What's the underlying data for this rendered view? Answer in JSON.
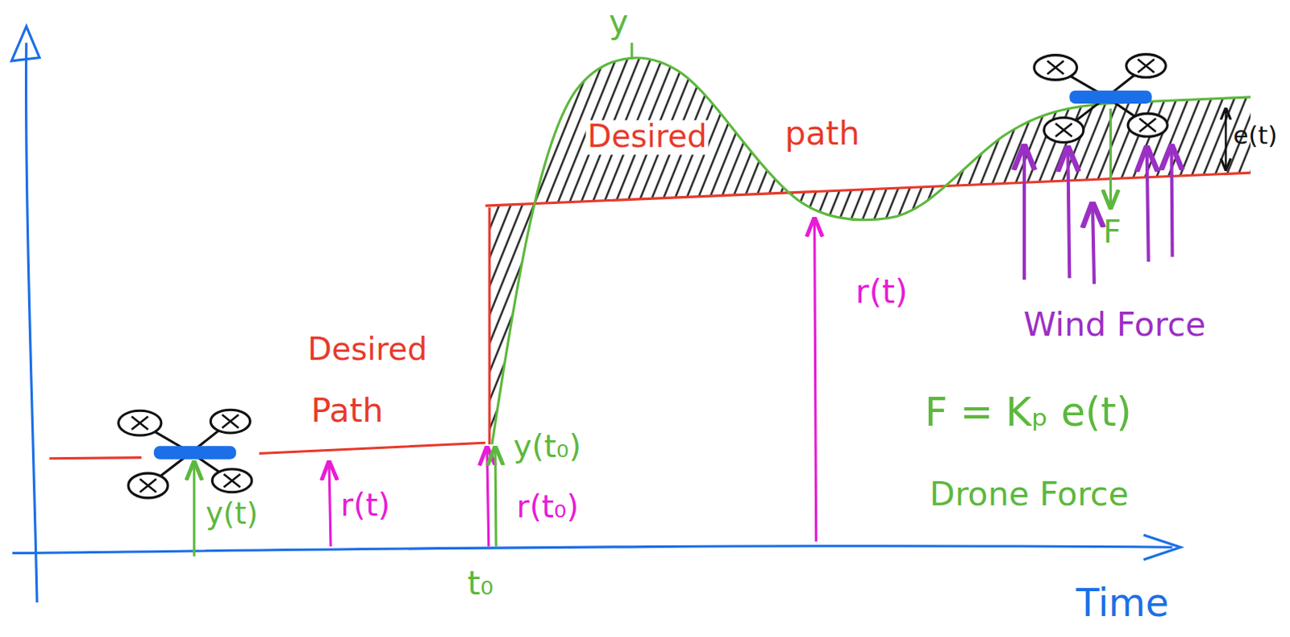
{
  "diagram": {
    "labels": [
      "y",
      "Desired",
      "path",
      "e(t)",
      "F",
      "r(t)",
      "Wind Force",
      "Desired",
      "Path",
      "y(t₀)",
      "F = Kₚ e(t)",
      "y(t)",
      "r(t)",
      "r(t₀)",
      "Drone Force",
      "t₀",
      "Time"
    ]
  }
}
